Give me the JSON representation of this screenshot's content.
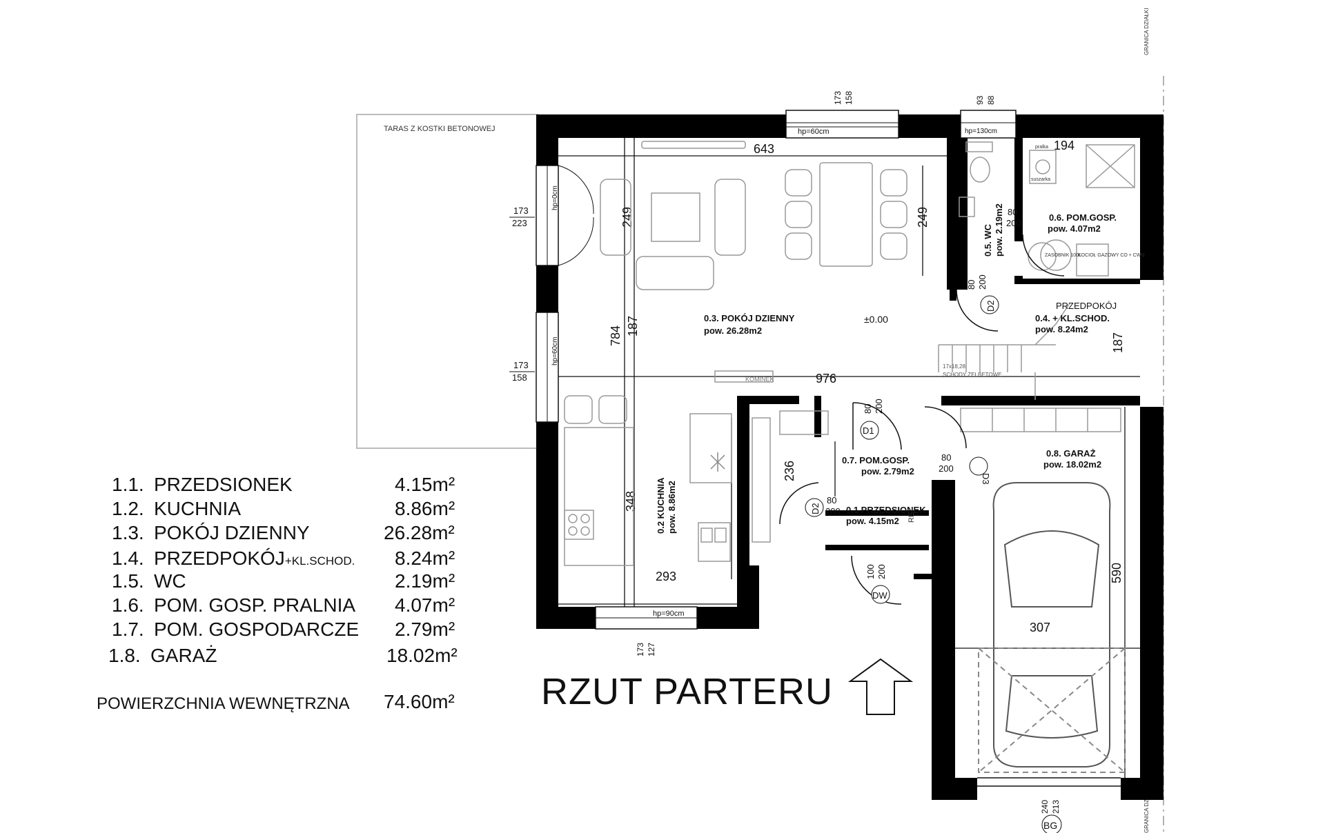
{
  "plan_title": "RZUT PARTERU",
  "terrace_label": "TARAS Z KOSTKI BETONOWEJ",
  "border_label": "GRANICA DZIAŁKI",
  "fireplace_label": "KOMINEK",
  "stairs_label_1": "17x18,28",
  "stairs_label_2": "SCHODY ŻELBETOWE",
  "level_mark": "±0.00",
  "legend": [
    {
      "code": "1.1.",
      "name": "PRZEDSIONEK",
      "suffix": "",
      "area": "4.15m²"
    },
    {
      "code": "1.2.",
      "name": "KUCHNIA",
      "suffix": "",
      "area": "8.86m²"
    },
    {
      "code": "1.3.",
      "name": "POKÓJ DZIENNY",
      "suffix": "",
      "area": "26.28m²"
    },
    {
      "code": "1.4.",
      "name": "PRZEDPOKÓJ",
      "suffix": "+KL.SCHOD.",
      "area": "8.24m²"
    },
    {
      "code": "1.5.",
      "name": "WC",
      "suffix": "",
      "area": "2.19m²"
    },
    {
      "code": "1.6.",
      "name": "POM. GOSP. PRALNIA",
      "suffix": "",
      "area": "4.07m²"
    },
    {
      "code": "1.7.",
      "name": "POM. GOSPODARCZE",
      "suffix": "",
      "area": "2.79m²"
    },
    {
      "code": "1.8.",
      "name": "GARAŻ",
      "suffix": "",
      "area": "18.02m²"
    }
  ],
  "total": {
    "label": "POWIERZCHNIA WEWNĘTRZNA",
    "area": "74.60m²"
  },
  "rooms": {
    "living": {
      "name": "0.3. POKÓJ DZIENNY",
      "area": "pow. 26.28m2"
    },
    "kitchen": {
      "name": "0.2 KUCHNIA",
      "area": "pow. 8.86m2"
    },
    "hall": {
      "name": "0.4. + KL.SCHOD.",
      "extra": "PRZEDPOKÓJ",
      "area": "pow. 8.24m2"
    },
    "wc": {
      "name": "0.5. WC",
      "area": "pow. 2.19m2"
    },
    "utility": {
      "name": "0.6. POM.GOSP.",
      "area": "pow. 4.07m2"
    },
    "storage": {
      "name": "0.7. POM.GOSP.",
      "area": "pow. 2.79m2"
    },
    "vestibule": {
      "name": "0.1 PRZEDSIONEK",
      "area": "pow. 4.15m2"
    },
    "garage": {
      "name": "0.8. GARAŻ",
      "area": "pow. 18.02m2"
    }
  },
  "dimensions": {
    "living_width": "643",
    "full_width": "976",
    "living_height_left": "249",
    "living_height_right": "249",
    "total_height": "784",
    "middle_height": "187",
    "kitchen_height": "348",
    "kitchen_width": "293",
    "storage_height": "236",
    "utility_width": "194",
    "garage_height": "590",
    "garage_width": "307",
    "hall_height": "187"
  },
  "windows": {
    "top_living": {
      "sill": "hp=60cm",
      "h1": "173",
      "h2": "158"
    },
    "top_wc": {
      "sill": "hp=130cm",
      "h1": "93",
      "h2": "88"
    },
    "left_door": {
      "sill": "hp=0cm",
      "h1": "173",
      "h2": "223"
    },
    "left_window": {
      "sill": "hp=60cm",
      "h1": "173",
      "h2": "158"
    },
    "bottom_kitchen": {
      "sill": "hp=90cm",
      "h1": "173",
      "h2": "127"
    },
    "garage_gate": {
      "h1": "240",
      "h2": "213",
      "tag": "BG"
    }
  },
  "doors": {
    "d1": {
      "tag": "D1",
      "w": "80",
      "h": "200"
    },
    "d2": {
      "tag": "D2",
      "w": "80",
      "h": "200"
    },
    "d3": {
      "tag": "D3",
      "w": "80",
      "h": "200"
    },
    "d2b": {
      "tag": "D2",
      "w": "80",
      "h": "200"
    },
    "dw": {
      "tag": "DW",
      "w": "100",
      "h": "200"
    },
    "d_wc": {
      "w": "80",
      "h": "200"
    }
  },
  "fixtures": {
    "washer": "suszarka",
    "sink": "pralka",
    "tank": "ZASOBNIK 100L",
    "boiler": "KOCIOŁ GAZOWY CO + CWU",
    "re": "RE"
  }
}
